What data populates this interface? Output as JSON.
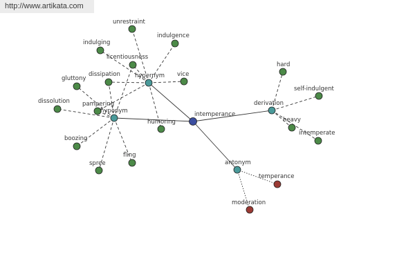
{
  "watermark": {
    "text": "http://www.artikata.com"
  },
  "colors": {
    "center": "#3b4ea0",
    "relation": "#4a9a9a",
    "word": "#4c8a48",
    "antonym_word": "#9b3a34",
    "edge": "#333333"
  },
  "nodes": [
    {
      "id": "intemperance",
      "label": "intemperance",
      "kind": "center"
    },
    {
      "id": "hypernym",
      "label": "hypernym",
      "kind": "relation"
    },
    {
      "id": "hyponym",
      "label": "hyponym",
      "kind": "relation"
    },
    {
      "id": "derivation",
      "label": "derivation",
      "kind": "relation"
    },
    {
      "id": "antonym",
      "label": "antonym",
      "kind": "relation"
    },
    {
      "id": "unrestraint",
      "label": "unrestraint",
      "kind": "word"
    },
    {
      "id": "indulging",
      "label": "indulging",
      "kind": "word"
    },
    {
      "id": "indulgence",
      "label": "indulgence",
      "kind": "word"
    },
    {
      "id": "licentiousness",
      "label": "licentiousness",
      "kind": "word"
    },
    {
      "id": "dissipation",
      "label": "dissipation",
      "kind": "word"
    },
    {
      "id": "vice",
      "label": "vice",
      "kind": "word"
    },
    {
      "id": "humoring",
      "label": "humoring",
      "kind": "word"
    },
    {
      "id": "gluttony",
      "label": "gluttony",
      "kind": "word"
    },
    {
      "id": "dissolution",
      "label": "dissolution",
      "kind": "word"
    },
    {
      "id": "pampering",
      "label": "pampering",
      "kind": "word"
    },
    {
      "id": "boozing",
      "label": "boozing",
      "kind": "word"
    },
    {
      "id": "spree",
      "label": "spree",
      "kind": "word"
    },
    {
      "id": "fling",
      "label": "fling",
      "kind": "word"
    },
    {
      "id": "hard",
      "label": "hard",
      "kind": "word"
    },
    {
      "id": "self-indulgent",
      "label": "self-indulgent",
      "kind": "word"
    },
    {
      "id": "heavy",
      "label": "heavy",
      "kind": "word"
    },
    {
      "id": "intemperate",
      "label": "intemperate",
      "kind": "word"
    },
    {
      "id": "temperance",
      "label": "temperance",
      "kind": "antonym_word"
    },
    {
      "id": "moderation",
      "label": "moderation",
      "kind": "antonym_word"
    }
  ],
  "edges": [
    {
      "from": "intemperance",
      "to": "hypernym",
      "style": "solid"
    },
    {
      "from": "intemperance",
      "to": "hyponym",
      "style": "solid"
    },
    {
      "from": "intemperance",
      "to": "derivation",
      "style": "solid"
    },
    {
      "from": "intemperance",
      "to": "antonym",
      "style": "solid"
    },
    {
      "from": "hypernym",
      "to": "unrestraint",
      "style": "dashed"
    },
    {
      "from": "hypernym",
      "to": "indulgence",
      "style": "dashed"
    },
    {
      "from": "hypernym",
      "to": "vice",
      "style": "dashed"
    },
    {
      "from": "hypernym",
      "to": "humoring",
      "style": "dashed"
    },
    {
      "from": "hypernym",
      "to": "indulging",
      "style": "dashed"
    },
    {
      "from": "hypernym",
      "to": "licentiousness",
      "style": "dashed"
    },
    {
      "from": "hypernym",
      "to": "dissipation",
      "style": "dashed"
    },
    {
      "from": "hypernym",
      "to": "pampering",
      "style": "dashed"
    },
    {
      "from": "hyponym",
      "to": "licentiousness",
      "style": "dashed"
    },
    {
      "from": "hyponym",
      "to": "dissipation",
      "style": "dashed"
    },
    {
      "from": "hyponym",
      "to": "gluttony",
      "style": "dashed"
    },
    {
      "from": "hyponym",
      "to": "dissolution",
      "style": "dashed"
    },
    {
      "from": "hyponym",
      "to": "pampering",
      "style": "dashed"
    },
    {
      "from": "hyponym",
      "to": "boozing",
      "style": "dashed"
    },
    {
      "from": "hyponym",
      "to": "spree",
      "style": "dashed"
    },
    {
      "from": "hyponym",
      "to": "fling",
      "style": "dashed"
    },
    {
      "from": "derivation",
      "to": "hard",
      "style": "dashed"
    },
    {
      "from": "derivation",
      "to": "self-indulgent",
      "style": "dashed"
    },
    {
      "from": "derivation",
      "to": "heavy",
      "style": "dashed"
    },
    {
      "from": "derivation",
      "to": "intemperate",
      "style": "dashed"
    },
    {
      "from": "antonym",
      "to": "temperance",
      "style": "dotted"
    },
    {
      "from": "antonym",
      "to": "moderation",
      "style": "dotted"
    }
  ]
}
